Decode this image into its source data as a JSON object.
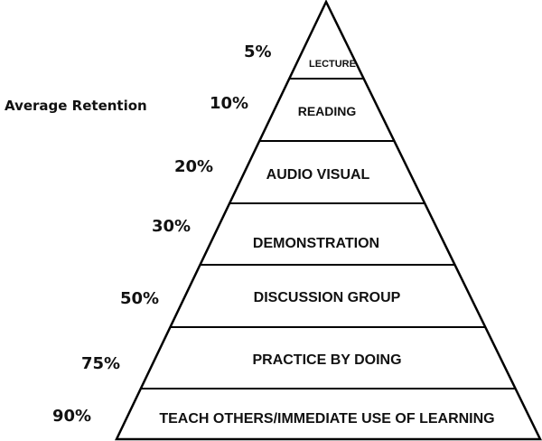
{
  "diagram": {
    "side_title": "Average Retention",
    "stroke_color": "#000000",
    "levels": [
      {
        "label": "LECTURE",
        "percent": "5%"
      },
      {
        "label": "READING",
        "percent": "10%"
      },
      {
        "label": "AUDIO VISUAL",
        "percent": "20%"
      },
      {
        "label": "DEMONSTRATION",
        "percent": "30%"
      },
      {
        "label": "DISCUSSION GROUP",
        "percent": "50%"
      },
      {
        "label": "PRACTICE BY DOING",
        "percent": "75%"
      },
      {
        "label": "TEACH OTHERS/IMMEDIATE USE OF LEARNING",
        "percent": "90%"
      }
    ]
  }
}
